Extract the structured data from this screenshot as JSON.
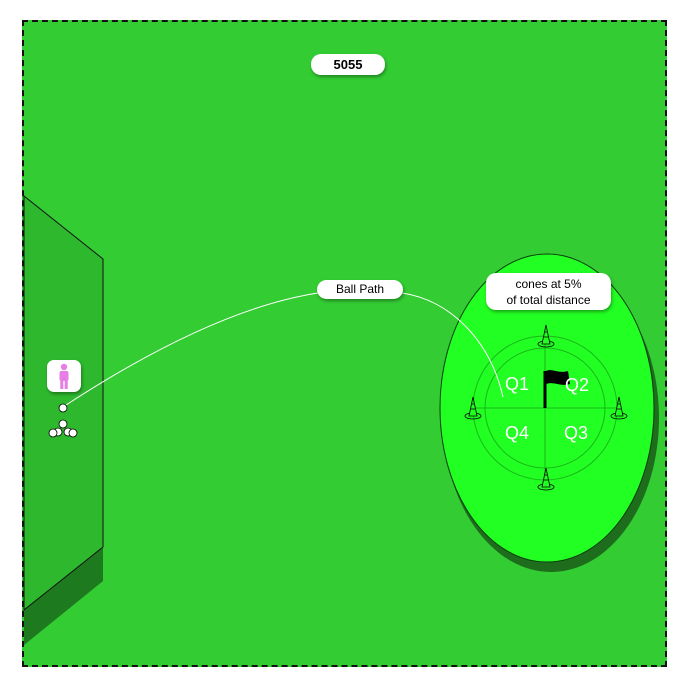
{
  "title": "5055",
  "ball_path_label": "Ball Path",
  "cones_label": {
    "line1": "cones at 5%",
    "line2": "of total distance"
  },
  "quadrants": [
    "Q1",
    "Q2",
    "Q3",
    "Q4"
  ],
  "colors": {
    "field": "#33cc33",
    "green": "#22ff22",
    "tee_box": "#2eb82e",
    "shadow": "#1e7a1e",
    "player": "#e67ee6",
    "flag": "#000000"
  },
  "icons": {
    "player": "person-icon",
    "flag": "flag-icon",
    "cone": "cone-icon",
    "ball": "ball-icon"
  }
}
